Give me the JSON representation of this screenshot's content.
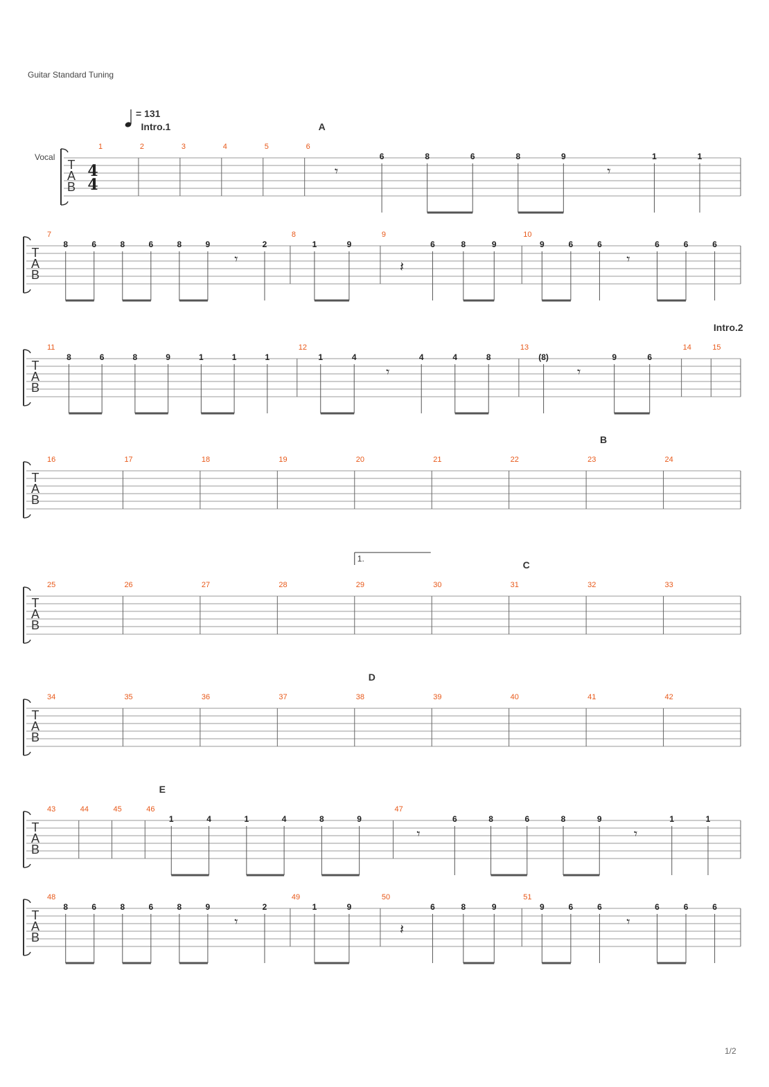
{
  "header": {
    "tuning": "Guitar Standard Tuning"
  },
  "tempo": {
    "value": "131",
    "text": "= 131"
  },
  "instrument": "Vocal",
  "time_signature": {
    "top": "4",
    "bottom": "4"
  },
  "tab_letters": [
    "T",
    "A",
    "B"
  ],
  "footer": {
    "page": "1/2"
  },
  "volta": {
    "label": "1."
  },
  "systems": [
    {
      "bars": [
        {
          "num": "1",
          "notes": []
        },
        {
          "num": "2",
          "notes": []
        },
        {
          "num": "3",
          "notes": []
        },
        {
          "num": "4",
          "notes": []
        },
        {
          "num": "5",
          "notes": []
        },
        {
          "num": "6",
          "notes": [
            {
              "rest": "eighth"
            },
            {
              "fret": "6"
            },
            {
              "fret": "8"
            },
            {
              "fret": "6"
            },
            {
              "fret": "8"
            },
            {
              "fret": "9"
            },
            {
              "rest": "eighth"
            },
            {
              "fret": "1"
            },
            {
              "fret": "1"
            }
          ]
        }
      ],
      "sections": [
        {
          "label": "Intro.1",
          "bar": 1
        },
        {
          "label": "A",
          "bar": 5
        }
      ]
    },
    {
      "bars": [
        {
          "num": "7",
          "notes": [
            {
              "fret": "8"
            },
            {
              "fret": "6"
            },
            {
              "fret": "8"
            },
            {
              "fret": "6"
            },
            {
              "fret": "8"
            },
            {
              "fret": "9"
            },
            {
              "rest": "eighth"
            },
            {
              "fret": "2"
            }
          ]
        },
        {
          "num": "8",
          "notes": [
            {
              "fret": "1"
            },
            {
              "fret": "9"
            }
          ]
        },
        {
          "num": "9",
          "notes": [
            {
              "rest": "quarter"
            },
            {
              "fret": "6"
            },
            {
              "fret": "8"
            },
            {
              "fret": "9"
            }
          ]
        },
        {
          "num": "10",
          "notes": [
            {
              "fret": "9"
            },
            {
              "fret": "6"
            },
            {
              "fret": "6"
            },
            {
              "rest": "eighth"
            },
            {
              "fret": "6"
            },
            {
              "fret": "6"
            },
            {
              "fret": "6"
            }
          ]
        }
      ],
      "sections": []
    },
    {
      "bars": [
        {
          "num": "11",
          "notes": [
            {
              "fret": "8"
            },
            {
              "fret": "6"
            },
            {
              "fret": "8"
            },
            {
              "fret": "9"
            },
            {
              "fret": "1"
            },
            {
              "fret": "1"
            },
            {
              "fret": "1"
            }
          ]
        },
        {
          "num": "12",
          "notes": [
            {
              "fret": "1"
            },
            {
              "fret": "4"
            },
            {
              "rest": "eighth"
            },
            {
              "fret": "4"
            },
            {
              "fret": "4"
            },
            {
              "fret": "8"
            }
          ]
        },
        {
          "num": "13",
          "notes": [
            {
              "fret": "(8)"
            },
            {
              "rest": "eighth"
            },
            {
              "fret": "9"
            },
            {
              "fret": "6"
            }
          ]
        },
        {
          "num": "14",
          "notes": []
        },
        {
          "num": "15",
          "notes": []
        }
      ],
      "sections": [
        {
          "label": "Intro.2",
          "bar": 4
        }
      ]
    },
    {
      "bars": [
        {
          "num": "16",
          "notes": []
        },
        {
          "num": "17",
          "notes": []
        },
        {
          "num": "18",
          "notes": []
        },
        {
          "num": "19",
          "notes": []
        },
        {
          "num": "20",
          "notes": []
        },
        {
          "num": "21",
          "notes": []
        },
        {
          "num": "22",
          "notes": []
        },
        {
          "num": "23",
          "notes": []
        },
        {
          "num": "24",
          "notes": []
        }
      ],
      "sections": [
        {
          "label": "B",
          "bar": 7
        }
      ]
    },
    {
      "bars": [
        {
          "num": "25",
          "notes": []
        },
        {
          "num": "26",
          "notes": []
        },
        {
          "num": "27",
          "notes": []
        },
        {
          "num": "28",
          "notes": []
        },
        {
          "num": "29",
          "notes": []
        },
        {
          "num": "30",
          "notes": []
        },
        {
          "num": "31",
          "notes": []
        },
        {
          "num": "32",
          "notes": []
        },
        {
          "num": "33",
          "notes": []
        }
      ],
      "sections": [
        {
          "label": "C",
          "bar": 6
        }
      ]
    },
    {
      "bars": [
        {
          "num": "34",
          "notes": []
        },
        {
          "num": "35",
          "notes": []
        },
        {
          "num": "36",
          "notes": []
        },
        {
          "num": "37",
          "notes": []
        },
        {
          "num": "38",
          "notes": []
        },
        {
          "num": "39",
          "notes": []
        },
        {
          "num": "40",
          "notes": []
        },
        {
          "num": "41",
          "notes": []
        },
        {
          "num": "42",
          "notes": []
        }
      ],
      "sections": [
        {
          "label": "D",
          "bar": 4
        }
      ]
    },
    {
      "bars": [
        {
          "num": "43",
          "notes": []
        },
        {
          "num": "44",
          "notes": []
        },
        {
          "num": "45",
          "notes": []
        },
        {
          "num": "46",
          "notes": [
            {
              "fret": "1"
            },
            {
              "fret": "4"
            },
            {
              "fret": "1"
            },
            {
              "fret": "4"
            },
            {
              "fret": "8"
            },
            {
              "fret": "9"
            }
          ]
        },
        {
          "num": "47",
          "notes": [
            {
              "rest": "eighth"
            },
            {
              "fret": "6"
            },
            {
              "fret": "8"
            },
            {
              "fret": "6"
            },
            {
              "fret": "8"
            },
            {
              "fret": "9"
            },
            {
              "rest": "eighth"
            },
            {
              "fret": "1"
            },
            {
              "fret": "1"
            }
          ]
        }
      ],
      "sections": [
        {
          "label": "E",
          "bar": 3
        }
      ]
    },
    {
      "bars": [
        {
          "num": "48",
          "notes": [
            {
              "fret": "8"
            },
            {
              "fret": "6"
            },
            {
              "fret": "8"
            },
            {
              "fret": "6"
            },
            {
              "fret": "8"
            },
            {
              "fret": "9"
            },
            {
              "rest": "eighth"
            },
            {
              "fret": "2"
            }
          ]
        },
        {
          "num": "49",
          "notes": [
            {
              "fret": "1"
            },
            {
              "fret": "9"
            }
          ]
        },
        {
          "num": "50",
          "notes": [
            {
              "rest": "quarter"
            },
            {
              "fret": "6"
            },
            {
              "fret": "8"
            },
            {
              "fret": "9"
            }
          ]
        },
        {
          "num": "51",
          "notes": [
            {
              "fret": "9"
            },
            {
              "fret": "6"
            },
            {
              "fret": "6"
            },
            {
              "rest": "eighth"
            },
            {
              "fret": "6"
            },
            {
              "fret": "6"
            },
            {
              "fret": "6"
            }
          ]
        }
      ],
      "sections": []
    }
  ]
}
